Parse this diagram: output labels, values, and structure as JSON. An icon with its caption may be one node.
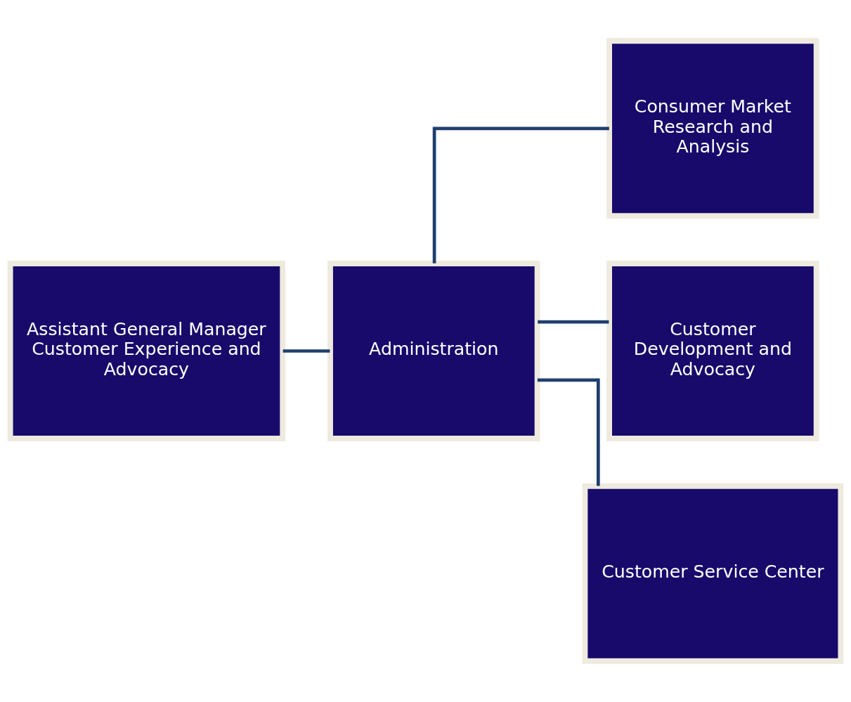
{
  "diagram": {
    "nodes": [
      {
        "text": [
          "Assistant General Manager Customer Experience and Advocacy"
        ]
      },
      {
        "text": [
          "Administration"
        ]
      },
      {
        "text": [
          "Consumer Market Research and Analysis"
        ]
      },
      {
        "text": [
          "Customer Development and Advocacy"
        ]
      },
      {
        "text": [
          "Customer Service Center"
        ]
      }
    ],
    "edges": [
      {
        "from": 0,
        "to": 1,
        "arrow": "none"
      },
      {
        "from": 1,
        "to": 2,
        "arrow": "none"
      },
      {
        "from": 1,
        "to": 3,
        "arrow": "none"
      },
      {
        "from": 1,
        "to": 4,
        "arrow": "none"
      }
    ]
  }
}
